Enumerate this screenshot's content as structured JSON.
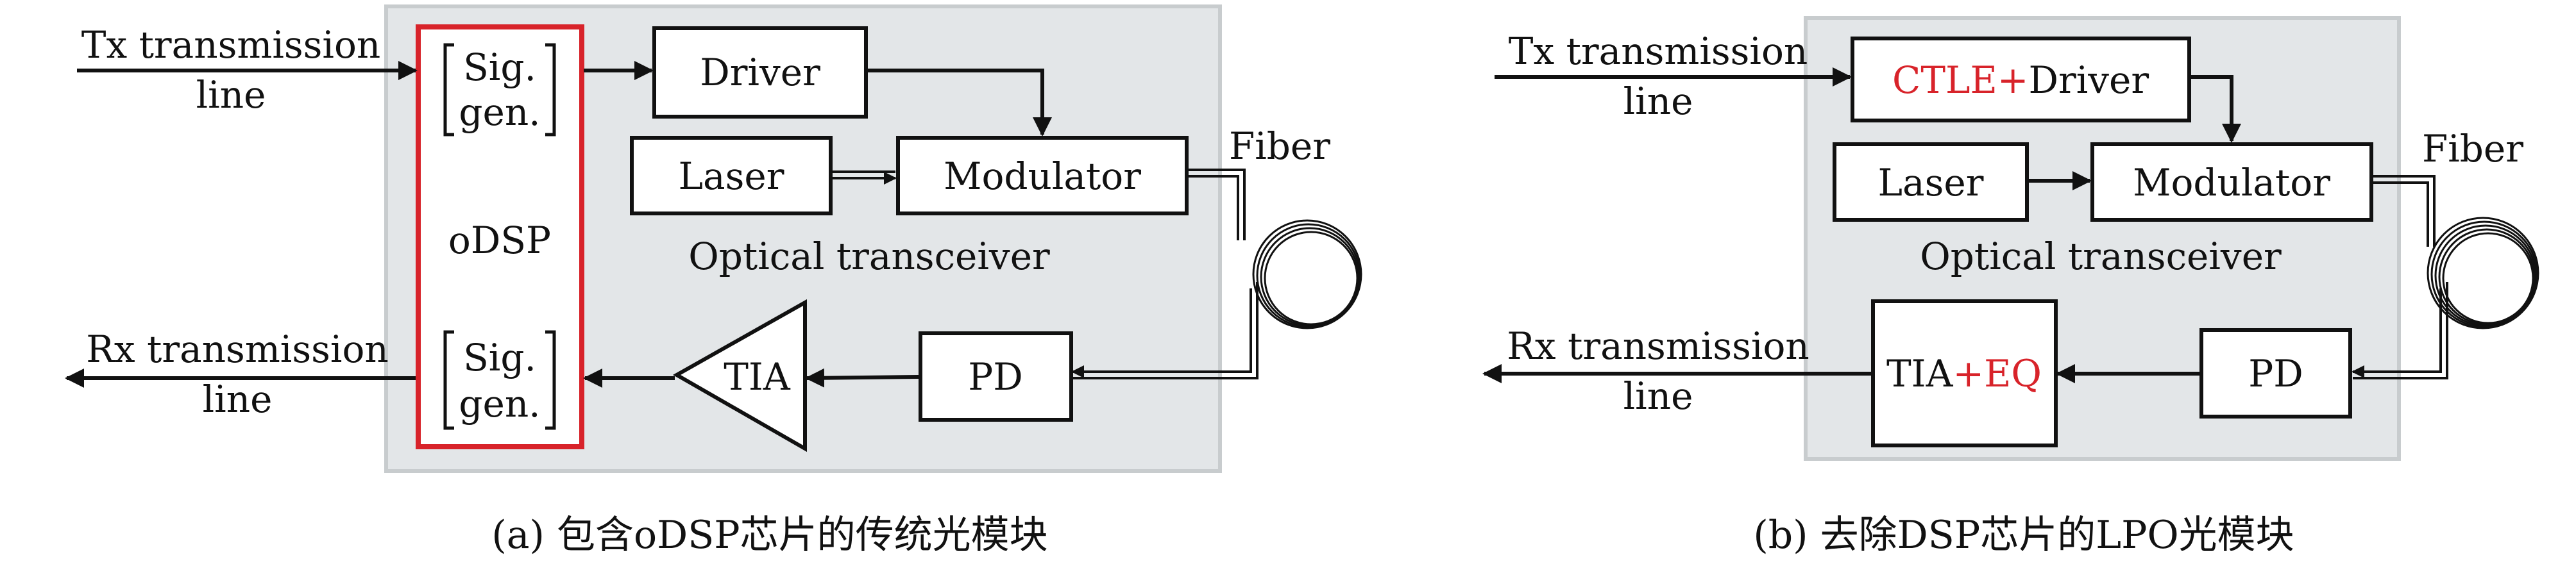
{
  "panel_a": {
    "tx_line_1": "Tx transmission",
    "tx_line_2": "line",
    "rx_line_1": "Rx transmission",
    "rx_line_2": "line",
    "sig_gen_top_1": "Sig.",
    "sig_gen_top_2": "gen.",
    "sig_gen_bottom_1": "Sig.",
    "sig_gen_bottom_2": "gen.",
    "odsp": "oDSP",
    "driver": "Driver",
    "laser": "Laser",
    "modulator": "Modulator",
    "fiber": "Fiber",
    "transceiver": "Optical transceiver",
    "tia": "TIA",
    "pd": "PD",
    "caption": "(a) 包含oDSP芯片的传统光模块"
  },
  "panel_b": {
    "tx_line_1": "Tx transmission",
    "tx_line_2": "line",
    "rx_line_1": "Rx transmission",
    "rx_line_2": "line",
    "ctle": "CTLE",
    "plus_1": "+",
    "driver": "Driver",
    "laser": "Laser",
    "modulator": "Modulator",
    "fiber": "Fiber",
    "transceiver": "Optical transceiver",
    "tia": "TIA",
    "plus_2": "+",
    "eq": "EQ",
    "pd": "PD",
    "caption": "(b) 去除DSP芯片的LPO光模块"
  },
  "colors": {
    "panel_fill": "#e3e6e8",
    "panel_border": "#c8ccce",
    "accent_red": "#d8232a",
    "stroke": "#111111"
  }
}
